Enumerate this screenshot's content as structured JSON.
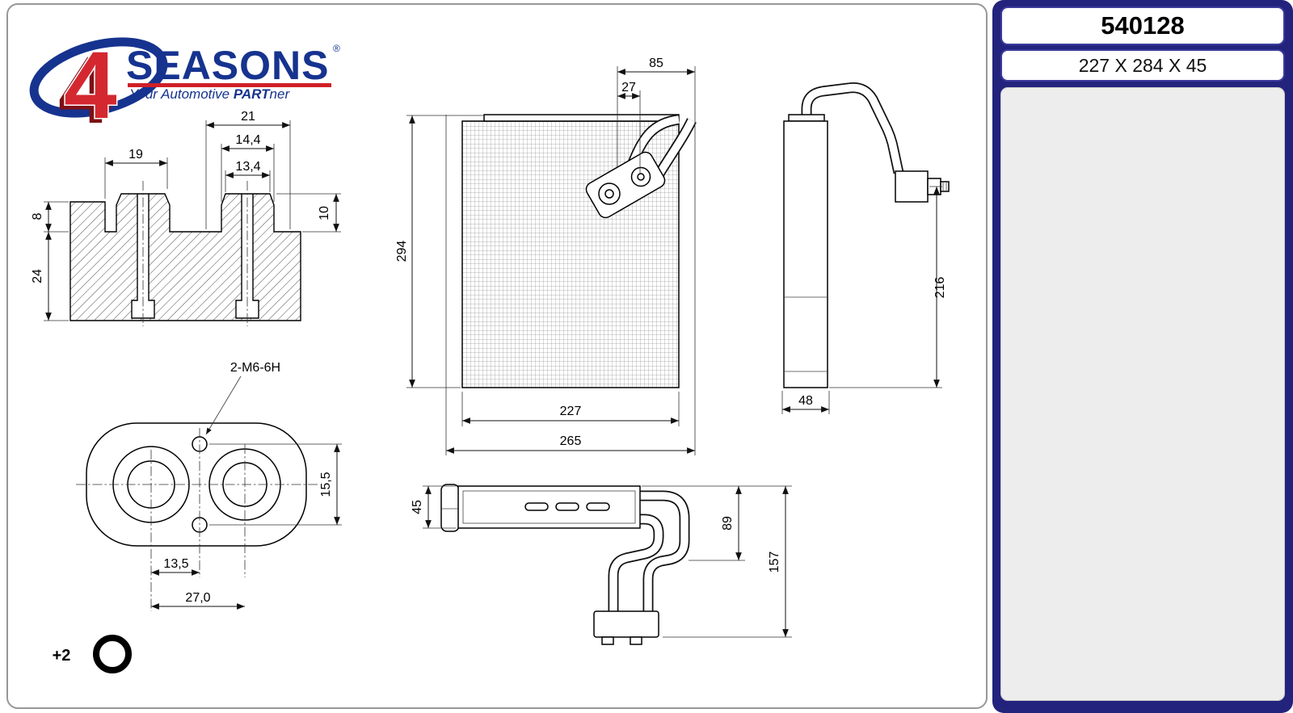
{
  "brand": {
    "four": "4",
    "seasons": "SEASONS",
    "registered": "®",
    "tagline_prefix": "Your Automotive ",
    "tagline_bold": "PART",
    "tagline_suffix": "ner"
  },
  "panel": {
    "part_number": "540128",
    "dimensions": "227 X 284 X 45"
  },
  "notes": {
    "oring_qty": "+2",
    "thread_callout": "2-M6-6H"
  },
  "dims": {
    "section": {
      "d19": "19",
      "d21": "21",
      "d14_4": "14,4",
      "d13_4": "13,4",
      "d8": "8",
      "d24": "24",
      "d10": "10"
    },
    "face": {
      "d15_5": "15,5",
      "d13_5": "13,5",
      "d27_0": "27,0"
    },
    "front": {
      "d85": "85",
      "d27": "27",
      "d294": "294",
      "d227": "227",
      "d265": "265"
    },
    "side": {
      "d216": "216",
      "d48": "48"
    },
    "top": {
      "d45": "45",
      "d89": "89",
      "d157": "157"
    }
  }
}
